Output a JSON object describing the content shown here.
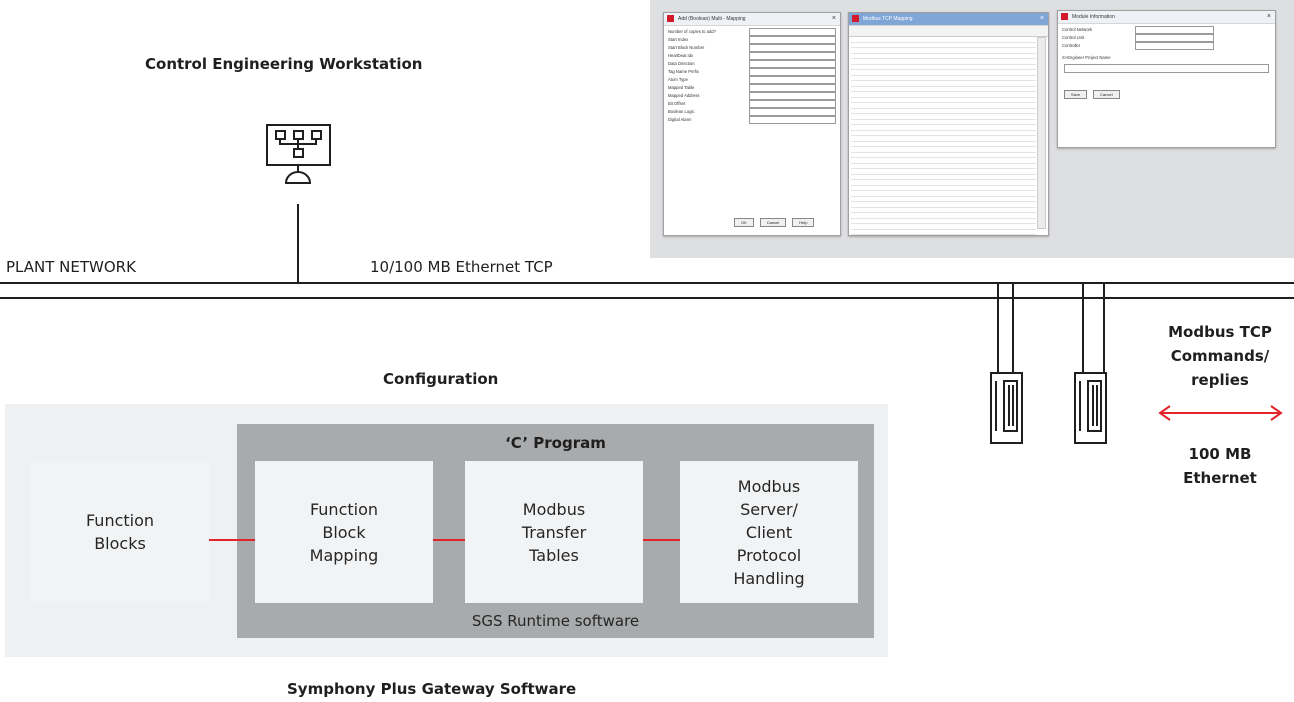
{
  "workstation": {
    "title": "Control Engineering Workstation",
    "icon": "workstation-network-icon"
  },
  "network": {
    "plant_label": "PLANT NETWORK",
    "ethernet_label": "10/100 MB Ethernet TCP"
  },
  "modbus": {
    "title": "Modbus TCP\nCommands/\nreplies",
    "speed": "100 MB\nEthernet",
    "device_icon": "modbus-device-icon"
  },
  "configuration": {
    "label": "Configuration"
  },
  "c_program": {
    "title": "‘C’ Program",
    "runtime": "SGS Runtime software"
  },
  "boxes": {
    "function_blocks": "Function\nBlocks",
    "fb_mapping": "Function\nBlock\nMapping",
    "transfer_tables": "Modbus\nTransfer\nTables",
    "protocol": "Modbus\nServer/\nClient\nProtocol\nHandling"
  },
  "footer": {
    "title": "Symphony Plus Gateway Software"
  },
  "screenshots": {
    "dialog1_title": "Add (Boolean) Multi - Mapping",
    "dialog2_title": "Modbus TCP Mapping",
    "dialog3_title": "Module Information",
    "dialog1_fields": [
      "Number of copies to add?",
      "Start Index",
      "Start Block Number",
      "Heartbeat Idx",
      "Data Direction",
      "Tag Name Prefix",
      "Atom Type",
      "Mapped Table",
      "Mapped Address",
      "Bit Offset",
      "Boolean Logic",
      "Digital Alarm"
    ],
    "dialog3_fields": [
      "Control Network",
      "Control Unit",
      "Controller"
    ],
    "dialog3_path_label": "S+Engineer Project Name",
    "ok": "OK",
    "cancel": "Cancel",
    "help": "Help",
    "save": "Save"
  },
  "colors": {
    "accent": "#e3242b",
    "panel": "#eef0f2",
    "program": "#a8aaac",
    "light": "#f2f3f4",
    "line": "#1f1f1f"
  }
}
